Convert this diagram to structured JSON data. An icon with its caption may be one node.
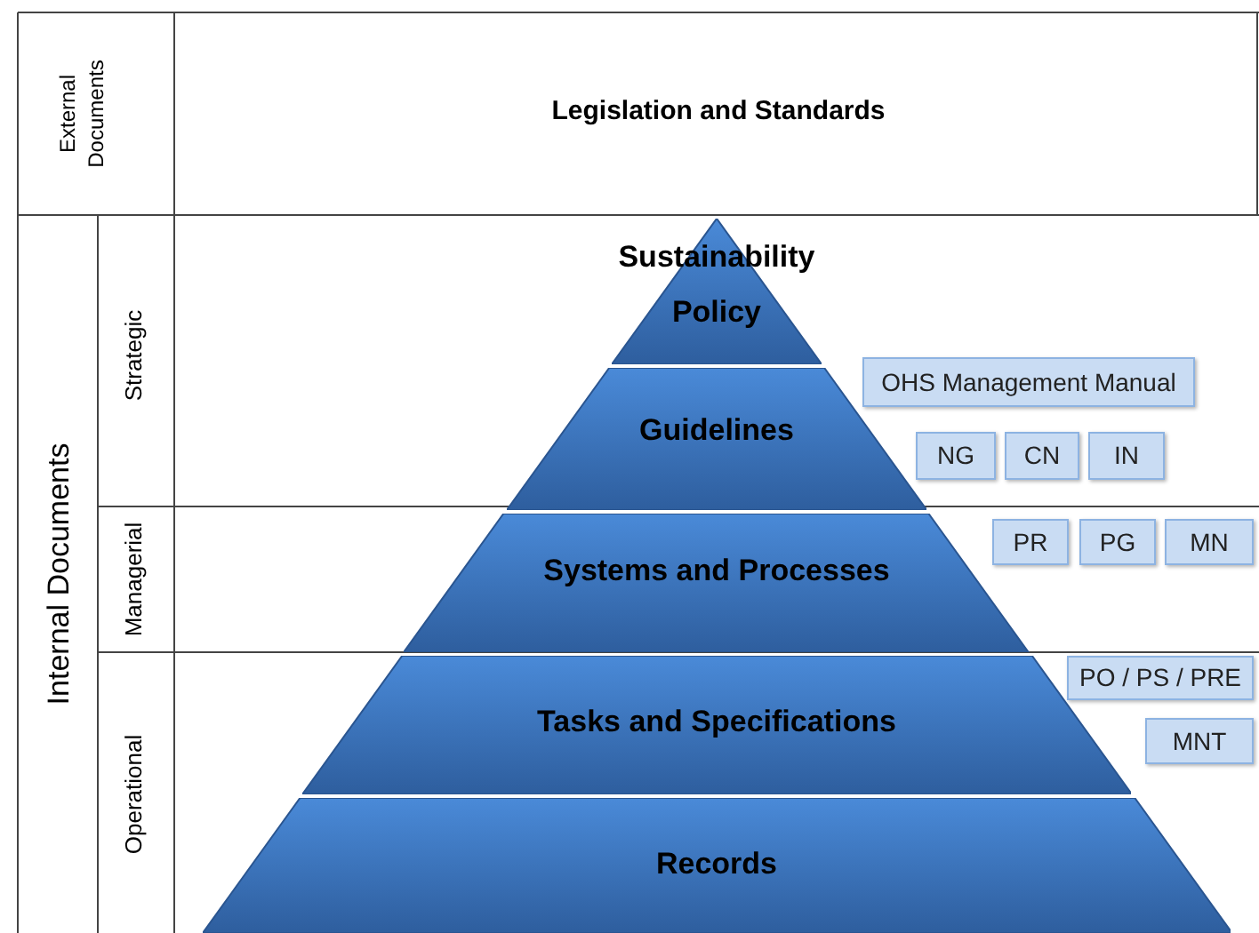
{
  "diagram": {
    "nodes": [
      {
        "text": [
          "Sustainability Policy"
        ]
      },
      {
        "text": [
          "Guidelines"
        ]
      },
      {
        "text": [
          "Systems and Processes"
        ]
      },
      {
        "text": [
          "Tasks and Specifications"
        ]
      },
      {
        "text": [
          "Records"
        ]
      },
      {
        "text": [
          "OHS Management Manual"
        ]
      },
      {
        "text": [
          "NG"
        ]
      },
      {
        "text": [
          "CN"
        ]
      },
      {
        "text": [
          "IN"
        ]
      },
      {
        "text": [
          "PR"
        ]
      },
      {
        "text": [
          "PG"
        ]
      },
      {
        "text": [
          "MN"
        ]
      },
      {
        "text": [
          "PO / PS / PRE"
        ]
      },
      {
        "text": [
          "MNT"
        ]
      }
    ],
    "labels": [
      "External Documents",
      "Legislation and Standards",
      "Internal Documents",
      "Strategic",
      "Managerial",
      "Operational"
    ]
  }
}
